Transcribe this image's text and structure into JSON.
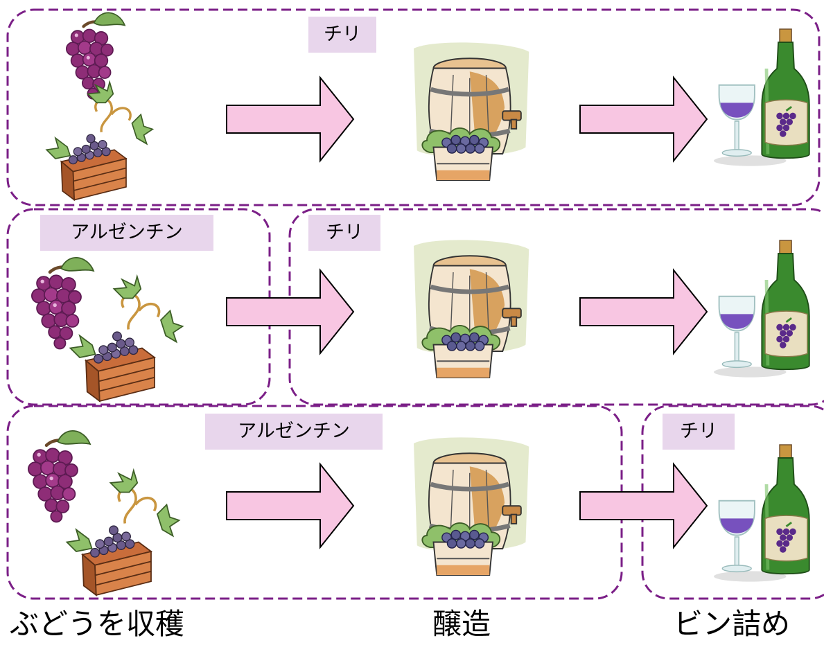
{
  "stages": {
    "harvest": "ぶどうを収穫",
    "brewing": "醸造",
    "bottling": "ビン詰め"
  },
  "rows": [
    {
      "labels": [
        "チリ"
      ]
    },
    {
      "labels": [
        "アルゼンチン",
        "チリ"
      ]
    },
    {
      "labels": [
        "アルゼンチン",
        "チリ"
      ]
    }
  ],
  "colors": {
    "dashed_border": "#7b1f87",
    "label_background": "#e8d6ec",
    "arrow_fill": "#f8c6e2",
    "arrow_stroke": "#000000",
    "grape": "#8e2d77",
    "grape_dark": "#5d1a52",
    "leaf": "#7fb05a",
    "barrel_wood": "#d59a52",
    "barrel_band": "#8a8a8a",
    "wine": "#6a3fb8",
    "bottle": "#3a8a2e",
    "bottle_label": "#e9dfc0"
  },
  "icons": [
    "grape-cluster-icon",
    "grape-crate-icon",
    "barrel-icon",
    "wine-glass-icon",
    "wine-bottle-icon"
  ]
}
